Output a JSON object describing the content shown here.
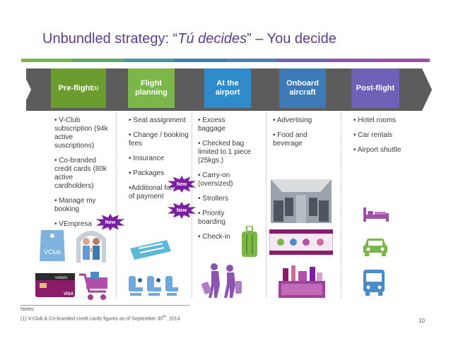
{
  "slide": {
    "title_before": "Unbundled strategy: “",
    "title_italic": "Tú decides",
    "title_after": "” – You decide",
    "page_number": "10"
  },
  "colors": {
    "title": "#5a3e8c",
    "stripe": [
      "#7ab648",
      "#5fa86a",
      "#3f9a9b",
      "#3d7ab6",
      "#4c7ec4",
      "#6e61b8",
      "#8a55b0",
      "#a04fa8"
    ],
    "band": "#5c5c5c",
    "box_preflight": "#6a9c2e",
    "box_flight": "#7ab648",
    "box_airport": "#2f8bc9",
    "box_onboard": "#3d7ab6",
    "box_post": "#6e61b8",
    "badge": "#7a1fa0"
  },
  "stages": [
    {
      "line1": "Pre-flight",
      "sup": "(1)"
    },
    {
      "line1": "Flight",
      "line2": "planning"
    },
    {
      "line1": "At the",
      "line2": "airport"
    },
    {
      "line1": "Onboard",
      "line2": "aircraft"
    },
    {
      "line1": "Post-flight"
    }
  ],
  "preflight_items": [
    "• V-Club subscription (94k active suscriptions)",
    "• Co-branded credit cards (80k active cardholders)",
    "• Manage my booking",
    "• VEmpresa"
  ],
  "flight_items": [
    "• Seat assignment",
    "• Change / booking fees",
    "• Insurance",
    "• Packages",
    "•Additional forms of payment"
  ],
  "airport_items": [
    "• Excess baggage",
    "• Checked bag limited to 1 piece (25kgs.)",
    "• Carry-on (oversized)",
    "• Strollers",
    "• Priority boarding",
    "• Check-in"
  ],
  "onboard_items": [
    "• Advertising",
    "• Food and beverage"
  ],
  "post_items": [
    "• Hotel rooms",
    "• Car rentals",
    "• Airport shuttle"
  ],
  "badge_label": "New",
  "vclub_label": "VClub",
  "card_brand": "volaris",
  "card_network": "VISA",
  "notes": {
    "heading": "Notes:",
    "line_before": "(1)  V-Club & Co-branded credit cards figures as of September 30",
    "line_sup": "th",
    "line_after": ", 2014"
  },
  "icons": [
    "airplane-icon",
    "bed-icon",
    "car-icon",
    "bus-icon",
    "shopping-cart-icon",
    "luggage-icon",
    "boarding-pass-icon",
    "seat-icon",
    "travelers-icon",
    "aircraft-cabin-image",
    "magazine-ad-image",
    "food-cart-image",
    "credit-card-image",
    "family-image"
  ]
}
